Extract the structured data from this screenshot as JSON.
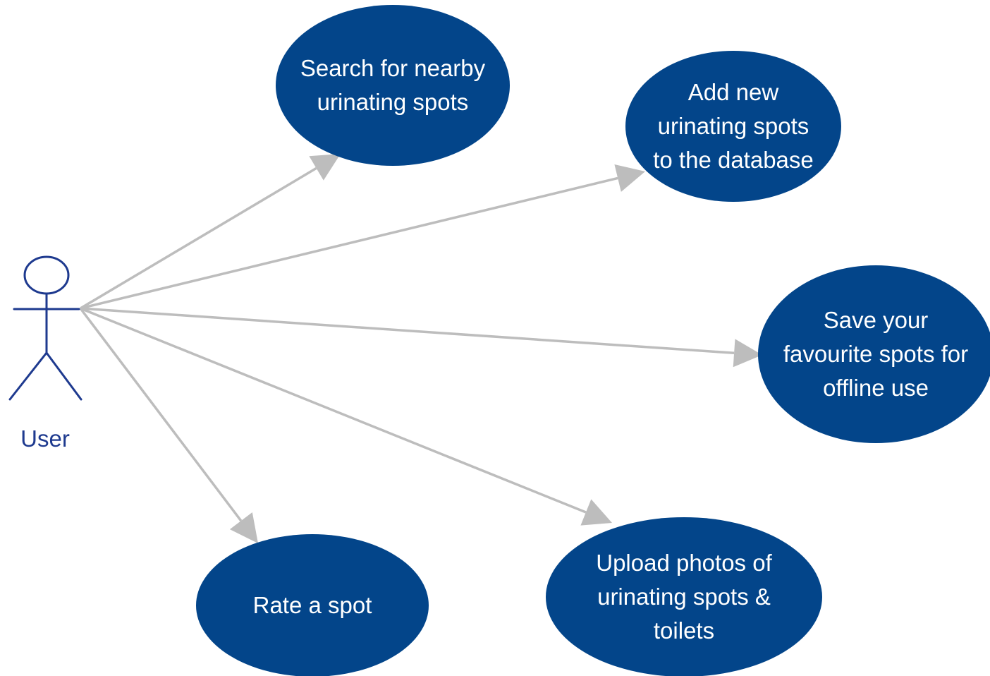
{
  "colors": {
    "usecase_fill": "#03458a",
    "usecase_text": "#ffffff",
    "actor_stroke": "#1e3a8f",
    "connector": "#bdbdbd",
    "background": "#ffffff"
  },
  "actor": {
    "label": "User",
    "icon": "stick-figure-icon"
  },
  "use_cases": [
    {
      "id": "search",
      "lines": [
        "Search for nearby",
        "urinating spots"
      ]
    },
    {
      "id": "add",
      "lines": [
        "Add new",
        "urinating spots",
        "to the database"
      ]
    },
    {
      "id": "save",
      "lines": [
        "Save your",
        "favourite spots for",
        "offline use"
      ]
    },
    {
      "id": "rate",
      "lines": [
        "Rate a spot"
      ]
    },
    {
      "id": "upload",
      "lines": [
        "Upload photos of",
        "urinating spots &",
        "toilets"
      ]
    }
  ],
  "associations": [
    {
      "from": "actor",
      "to": "search"
    },
    {
      "from": "actor",
      "to": "add"
    },
    {
      "from": "actor",
      "to": "save"
    },
    {
      "from": "actor",
      "to": "upload"
    },
    {
      "from": "actor",
      "to": "rate"
    }
  ]
}
